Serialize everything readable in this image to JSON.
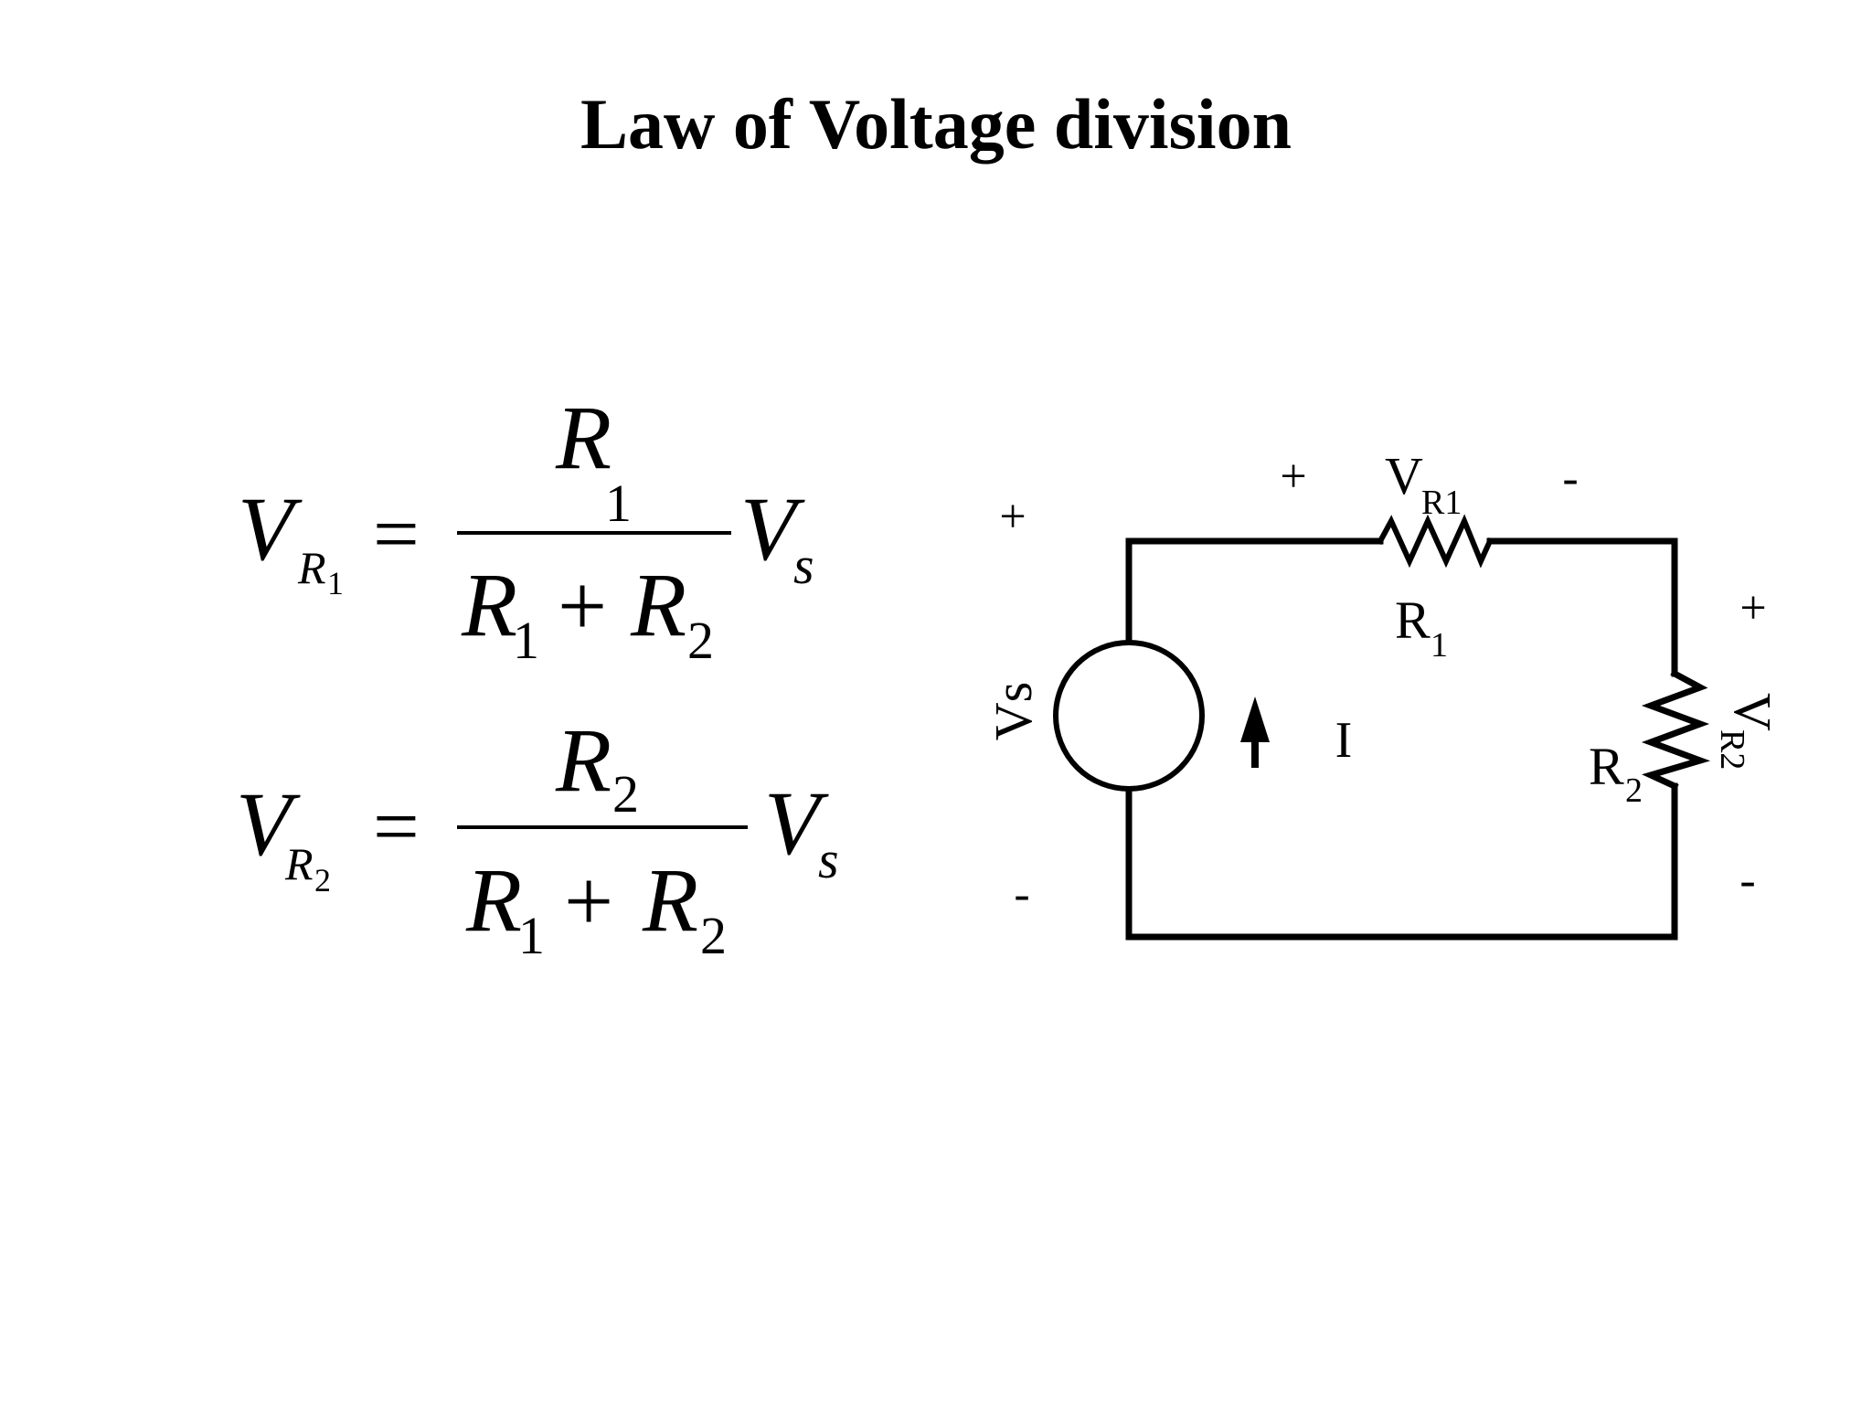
{
  "slide": {
    "title": "Law of Voltage division"
  },
  "equations": {
    "eq1": {
      "lhs_main": "V",
      "lhs_sub": "R",
      "lhs_subsub": "1",
      "equals": "=",
      "num_main": "R",
      "num_sub": "1",
      "den_r1_main": "R",
      "den_r1_sub": "1",
      "den_plus": "+",
      "den_r2_main": "R",
      "den_r2_sub": "2",
      "rhs_main": "V",
      "rhs_sub": "s"
    },
    "eq2": {
      "lhs_main": "V",
      "lhs_sub": "R",
      "lhs_subsub": "2",
      "equals": "=",
      "num_main": "R",
      "num_sub": "2",
      "den_r1_main": "R",
      "den_r1_sub": "1",
      "den_plus": "+",
      "den_r2_main": "R",
      "den_r2_sub": "2",
      "rhs_main": "V",
      "rhs_sub": "s"
    }
  },
  "circuit": {
    "source_label": "Vs",
    "source_plus": "+",
    "source_minus": "-",
    "current_label": "I",
    "r1_plus": "+",
    "r1_minus": "-",
    "vr1_main": "V",
    "vr1_sub": "R1",
    "r1_label_main": "R",
    "r1_label_sub": "1",
    "r2_plus": "+",
    "r2_minus": "-",
    "vr2_main": "V",
    "vr2_sub": "R2",
    "r2_label_main": "R",
    "r2_label_sub": "2"
  }
}
